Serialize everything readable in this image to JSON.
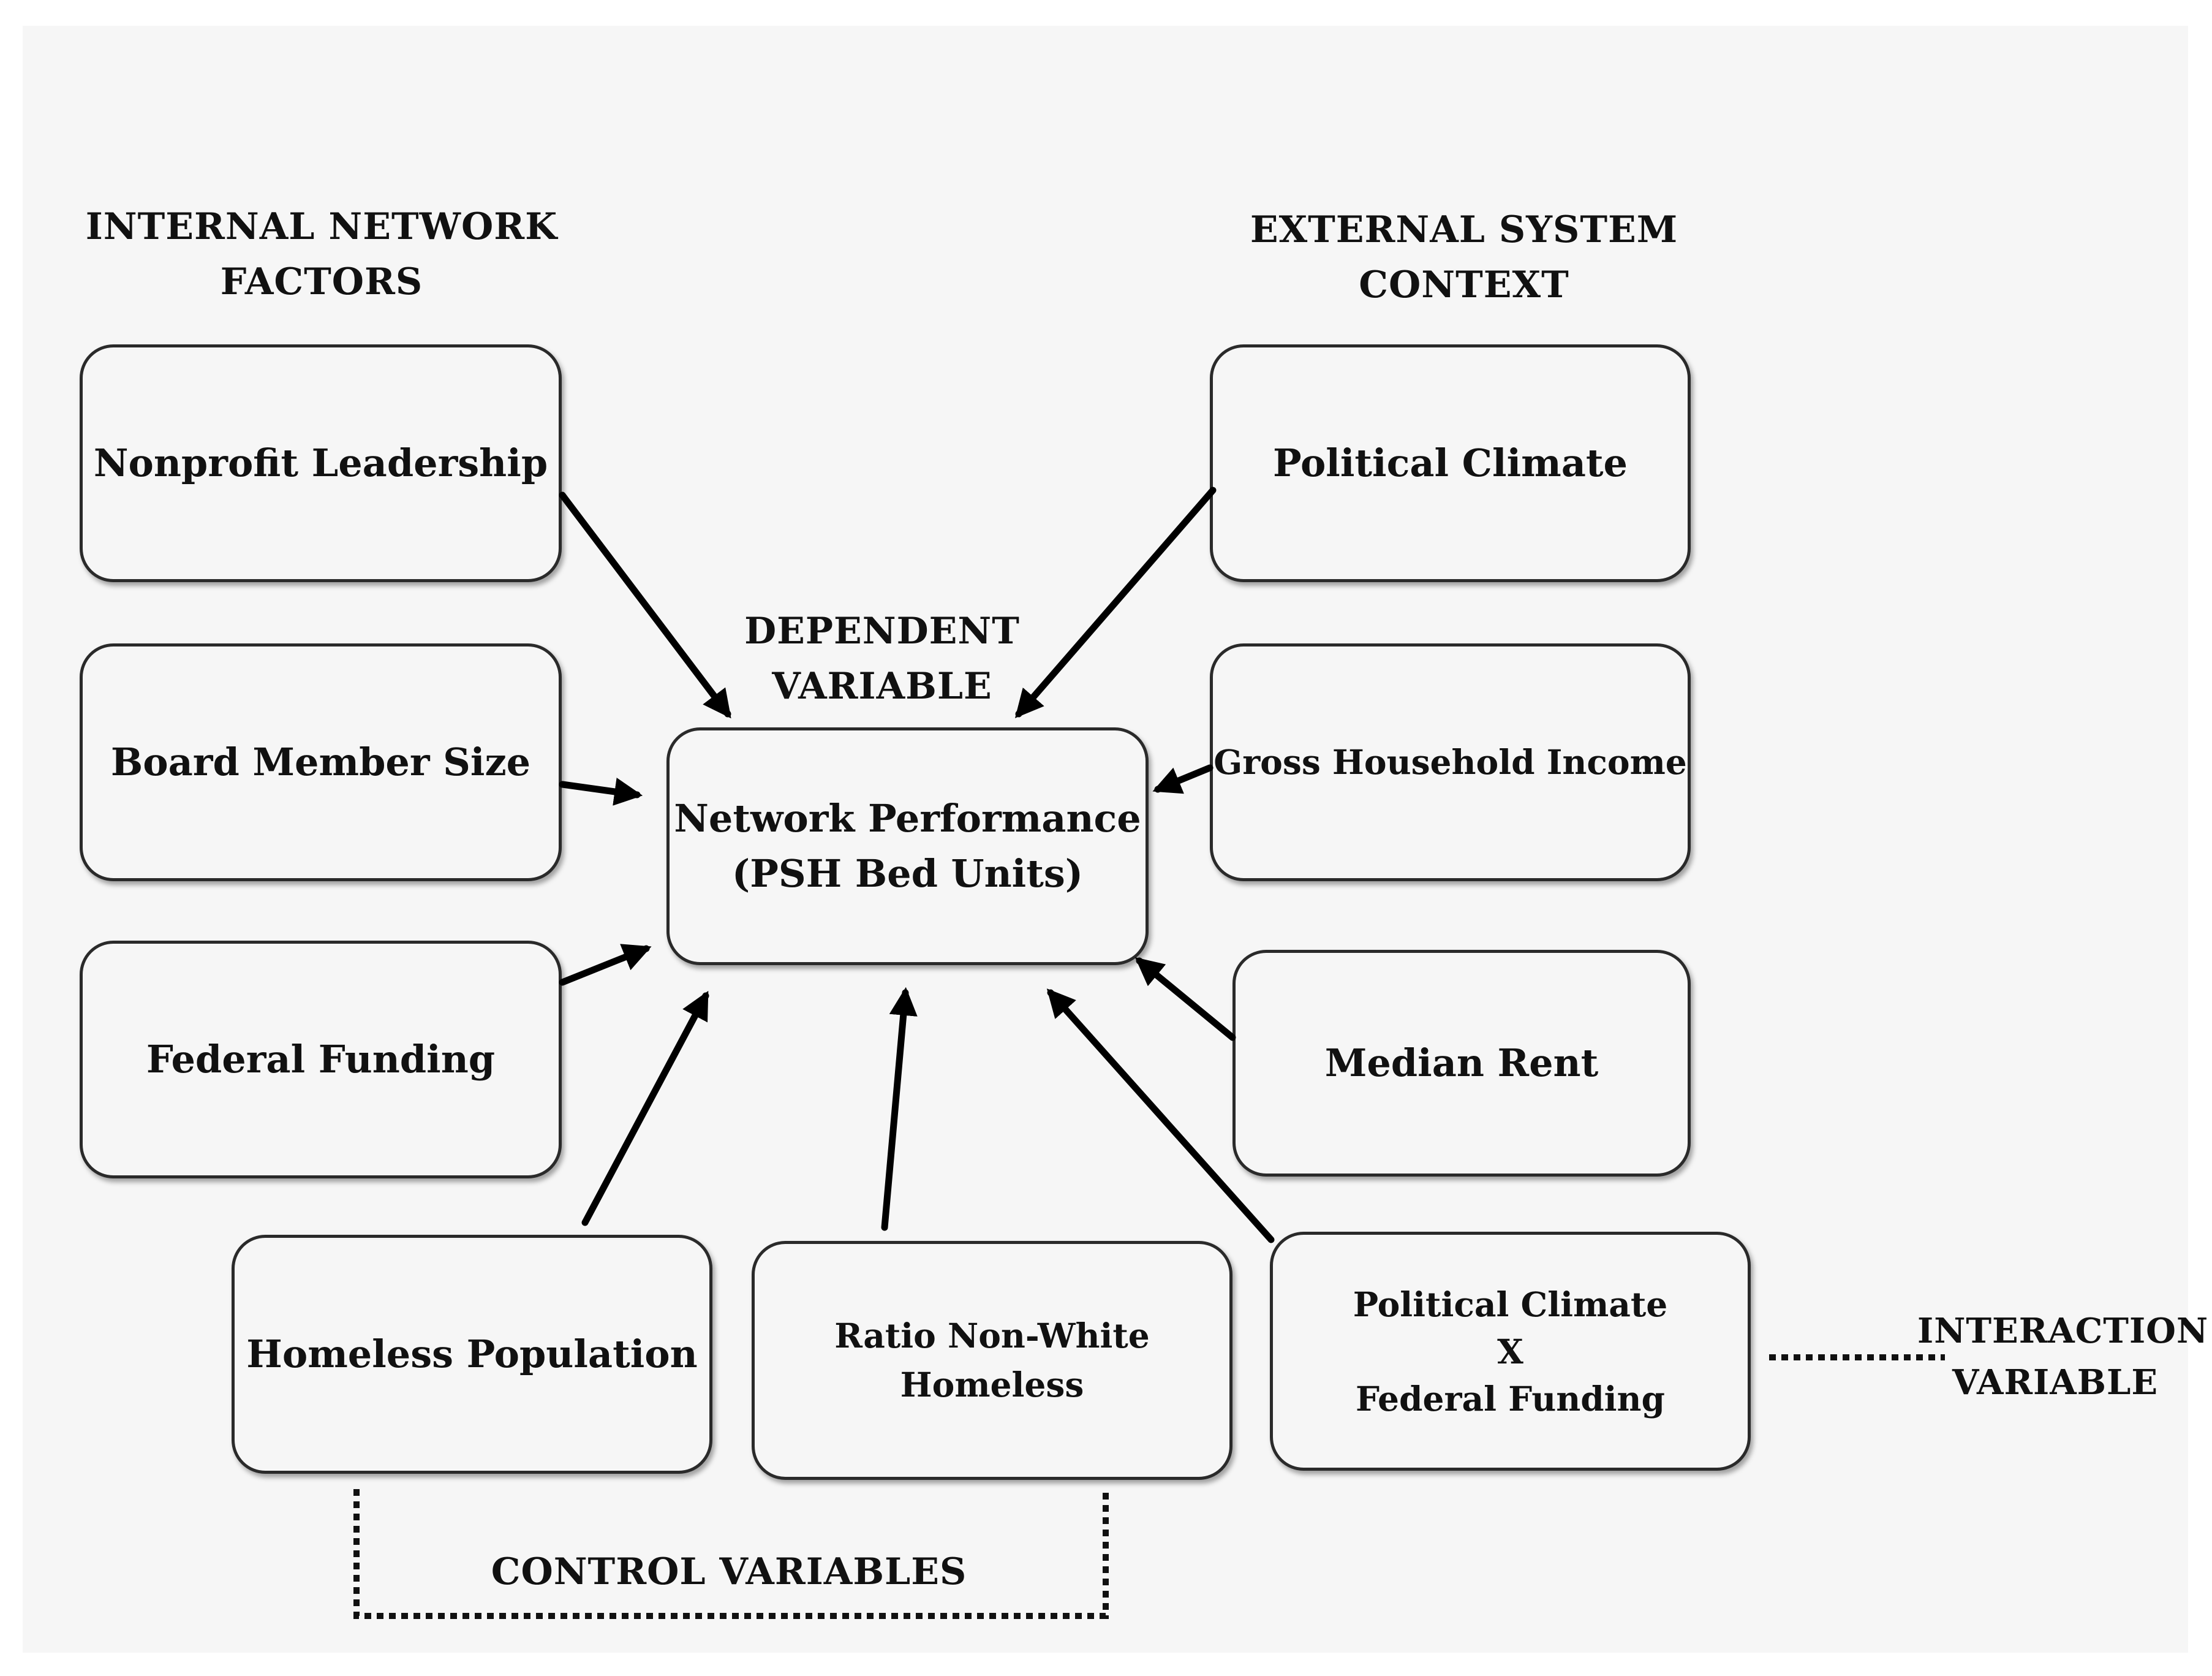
{
  "headings": {
    "internal_line1": "INTERNAL NETWORK",
    "internal_line2": "FACTORS",
    "external_line1": "EXTERNAL SYSTEM",
    "external_line2": "CONTEXT",
    "dependent_line1": "DEPENDENT",
    "dependent_line2": "VARIABLE",
    "interaction_line1": "INTERACTION",
    "interaction_line2": "VARIABLE",
    "control": "CONTROL VARIABLES"
  },
  "nodes": {
    "nonprofit_leadership": "Nonprofit Leadership",
    "board_member_size": "Board Member Size",
    "federal_funding": "Federal Funding",
    "network_performance_line1": "Network Performance",
    "network_performance_line2": "(PSH Bed Units)",
    "political_climate": "Political Climate",
    "gross_household_income": "Gross Household Income",
    "median_rent": "Median Rent",
    "homeless_population": "Homeless Population",
    "ratio_non_white_homeless": "Ratio Non-White Homeless",
    "interaction_line1": "Political Climate",
    "interaction_line2": "X",
    "interaction_line3": "Federal Funding"
  },
  "edges": [
    {
      "from": "Nonprofit Leadership",
      "to": "Network Performance"
    },
    {
      "from": "Board Member Size",
      "to": "Network Performance"
    },
    {
      "from": "Federal Funding",
      "to": "Network Performance"
    },
    {
      "from": "Homeless Population",
      "to": "Network Performance"
    },
    {
      "from": "Ratio Non-White Homeless",
      "to": "Network Performance"
    },
    {
      "from": "Political Climate X Federal Funding",
      "to": "Network Performance"
    },
    {
      "from": "Median Rent",
      "to": "Network Performance"
    },
    {
      "from": "Gross Household Income",
      "to": "Network Performance"
    },
    {
      "from": "Political Climate",
      "to": "Network Performance"
    }
  ],
  "colors": {
    "background": "#f6f6f6",
    "stroke": "#2a2a2a",
    "arrow": "#000000"
  }
}
